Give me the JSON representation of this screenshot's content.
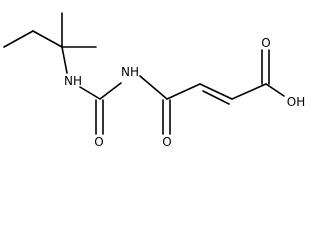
{
  "molecule": {
    "atoms": [
      {
        "id": "o_amide_carbonyl",
        "label": "O"
      },
      {
        "id": "o_urea_carbonyl",
        "label": "O"
      },
      {
        "id": "n_urea",
        "label": "NH"
      },
      {
        "id": "n_imide",
        "label": "NH"
      },
      {
        "id": "o_acid_carbonyl",
        "label": "O"
      },
      {
        "id": "o_acid_hydroxyl",
        "label": "OH"
      }
    ]
  }
}
